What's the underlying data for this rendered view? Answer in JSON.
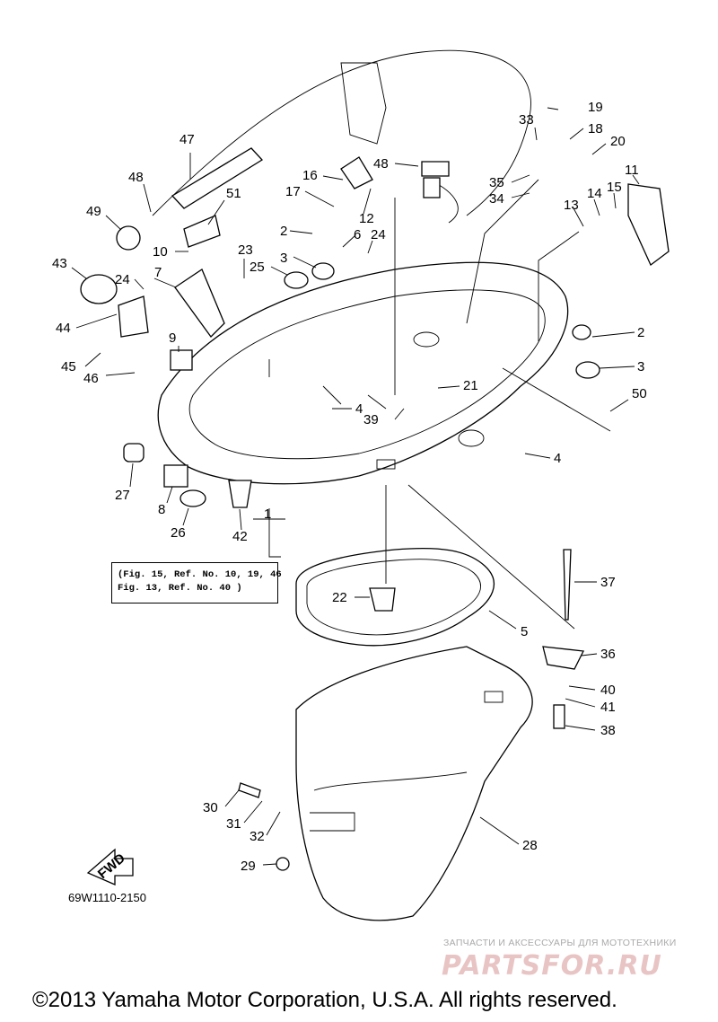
{
  "callouts": {
    "c47": "47",
    "c48a": "48",
    "c49": "49",
    "c43": "43",
    "c44": "44",
    "c45": "45",
    "c46": "46",
    "c51": "51",
    "c10": "10",
    "c24a": "24",
    "c7": "7",
    "c9": "9",
    "c23": "23",
    "c25": "25",
    "c3a": "3",
    "c2a": "2",
    "c17": "17",
    "c16": "16",
    "c12": "12",
    "c6": "6",
    "c24b": "24",
    "c48b": "48",
    "c33": "33",
    "c19": "19",
    "c18": "18",
    "c20": "20",
    "c35": "35",
    "c34": "34",
    "c13": "13",
    "c14": "14",
    "c15": "15",
    "c11": "11",
    "c2b": "2",
    "c3b": "3",
    "c50": "50",
    "c21": "21",
    "c4a": "4",
    "c39": "39",
    "c4b": "4",
    "c27": "27",
    "c8": "8",
    "c26": "26",
    "c42": "42",
    "c1": "1",
    "c22": "22",
    "c5": "5",
    "c37": "37",
    "c36": "36",
    "c40": "40",
    "c41": "41",
    "c38": "38",
    "c30": "30",
    "c31": "31",
    "c32": "32",
    "c29": "29",
    "c28": "28"
  },
  "note": {
    "line1": "(Fig. 15, Ref. No. 10, 19, 46",
    "line2": " Fig. 13, Ref. No. 40 )"
  },
  "fwd_label": "FWD",
  "figure_code": "69W1110-2150",
  "watermark": {
    "tagline": "ЗАПЧАСТИ И АКСЕССУАРЫ ДЛЯ МОТОТЕХНИКИ",
    "logo": "PARTSFOR.RU"
  },
  "copyright": "©2013 Yamaha Motor Corporation, U.S.A. All rights reserved."
}
